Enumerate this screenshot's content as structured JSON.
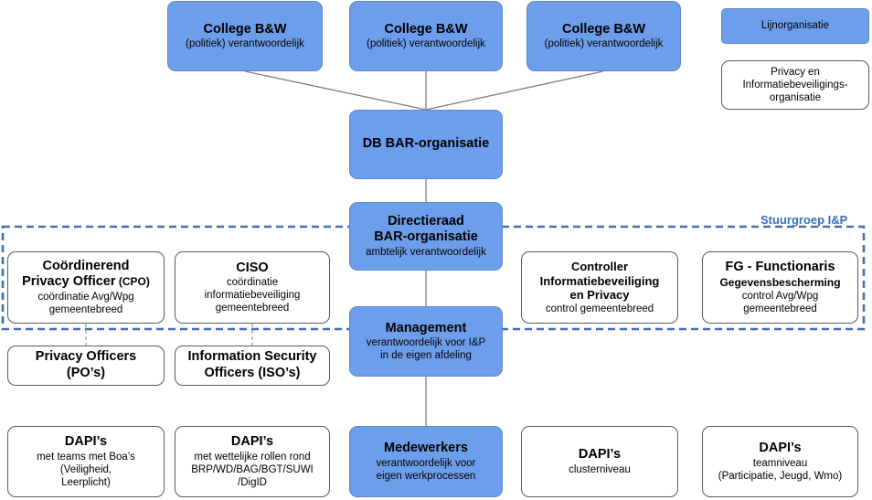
{
  "top_boxes": [
    {
      "title": "College B&W",
      "subtitle": "(politiek) verantwoordelijk"
    },
    {
      "title": "College B&W",
      "subtitle": "(politiek) verantwoordelijk"
    },
    {
      "title": "College B&W",
      "subtitle": "(politiek) verantwoordelijk"
    }
  ],
  "legend": {
    "line_org": "Lijnorganisatie",
    "privacy_org": "Privacy en Informatiebeveiligings-organisatie"
  },
  "db": {
    "title": "DB BAR-organisatie"
  },
  "group_label": "Stuurgroep I&P",
  "directieraad": {
    "title1": "Directieraad",
    "title2": "BAR-organisatie",
    "subtitle": "ambtelijk verantwoordelijk"
  },
  "cpo": {
    "title1": "Coördinerend",
    "title2": "Privacy Officer",
    "title2_small": " (CPO)",
    "line1": "coördinatie Avg/Wpg",
    "line2": "gemeentebreed"
  },
  "ciso": {
    "title": "CISO",
    "line1": "coördinatie",
    "line2": "informatiebeveiliging",
    "line3": "gemeentebreed"
  },
  "controller": {
    "title1": "Controller",
    "title2": "Informatiebeveiliging",
    "title3": "en Privacy",
    "line1": "control gemeentebreed"
  },
  "fg": {
    "title1": "FG - Functionaris",
    "title2": "Gegevensbescherming",
    "line1": "control Avg/Wpg",
    "line2": "gemeentebreed"
  },
  "management": {
    "title": "Management",
    "line1": "verantwoordelijk voor I&P",
    "line2": "in de eigen afdeling"
  },
  "po": {
    "title1": "Privacy Officers",
    "title2": "(PO’s)"
  },
  "iso": {
    "title1": "Information Security",
    "title2": "Officers (ISO’s)"
  },
  "dapi_boa": {
    "title": "DAPI’s",
    "line1": "met teams met Boa’s",
    "line2": "(Veiligheid,",
    "line3": "Leerplicht)"
  },
  "dapi_wet": {
    "title": "DAPI’s",
    "line1": "met wettelijke rollen rond",
    "line2": "BRP/WD/BAG/BGT/SUWI",
    "line3": "/DigID"
  },
  "medewerkers": {
    "title": "Medewerkers",
    "line1": "verantwoordelijk voor",
    "line2": "eigen werkprocessen"
  },
  "dapi_cluster": {
    "title": "DAPI’s",
    "line1": "clusterniveau"
  },
  "dapi_team": {
    "title": "DAPI’s",
    "line1": "teamniveau",
    "line2": "(Participatie, Jeugd, Wmo)"
  }
}
